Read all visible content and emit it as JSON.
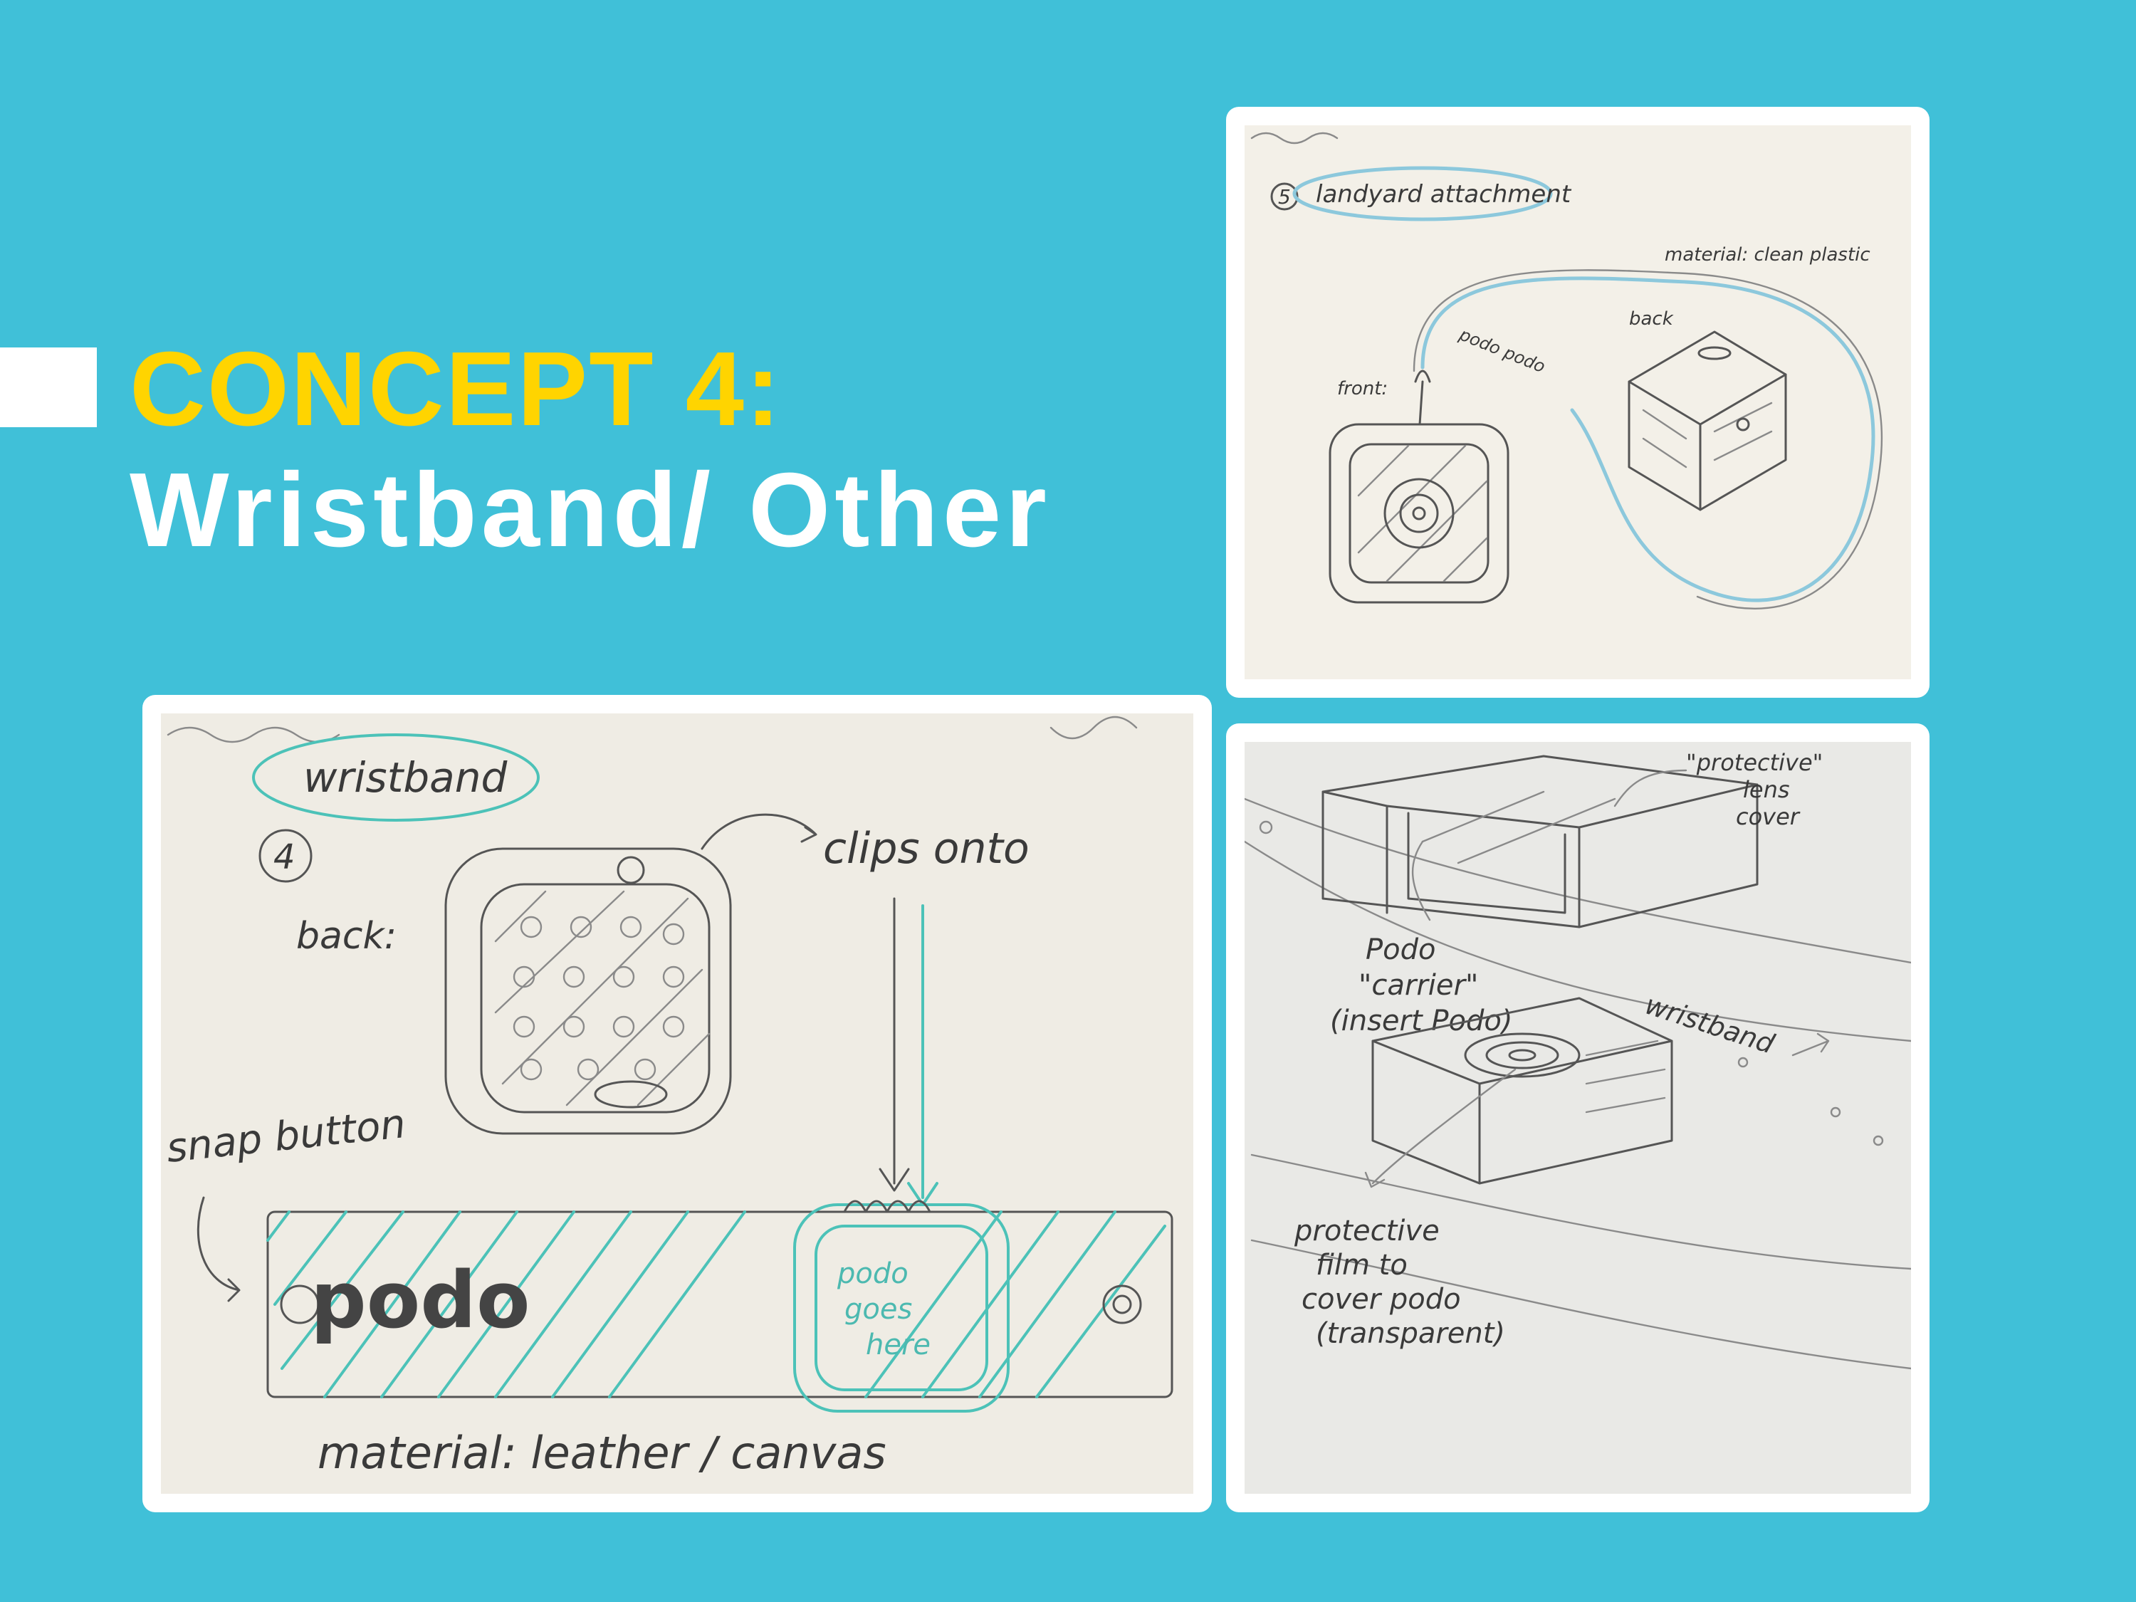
{
  "slide": {
    "title_line1": "CONCEPT 4:",
    "title_line2": "Wristband/ Other",
    "colors": {
      "background": "#40C0D8",
      "title_accent": "#FFD400",
      "title_main": "#FFFFFF"
    }
  },
  "sketch_lanyard": {
    "number": "5",
    "heading": "landyard attachment",
    "material": "material: clean plastic",
    "label_back": "back",
    "label_front": "front:",
    "strap_text": "podo podo"
  },
  "sketch_wristband": {
    "number": "4",
    "heading": "wristband",
    "label_back": "back:",
    "label_clips": "clips onto",
    "label_snap": "snap button",
    "brand": "podo",
    "note_lines": [
      "podo",
      "goes",
      "here"
    ],
    "material": "material: leather / canvas"
  },
  "sketch_carrier": {
    "cover_lines": [
      "\"protective\"",
      "lens",
      "cover"
    ],
    "carrier_lines": [
      "Podo",
      "\"carrier\"",
      "(insert Podo)"
    ],
    "label_wristband": "wristband",
    "film_lines": [
      "protective",
      "film to",
      "cover podo",
      "(transparent)"
    ]
  }
}
